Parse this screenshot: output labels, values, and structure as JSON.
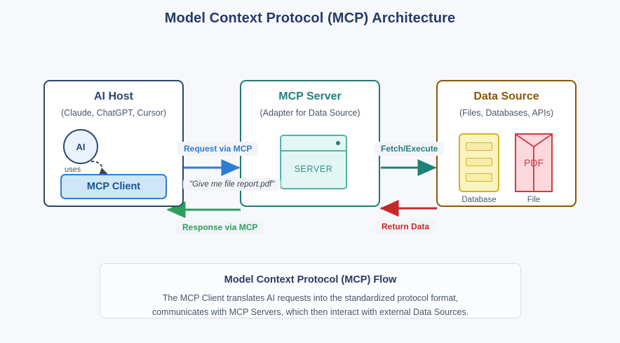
{
  "title": "Model Context Protocol (MCP) Architecture",
  "colors": {
    "background": "#f7f8fb",
    "host_accent": "#2b4570",
    "server_accent": "#23807c",
    "data_accent": "#8a5600",
    "request_blue": "#2d7dd2",
    "response_green": "#2e9e5b",
    "return_red": "#c62828",
    "title_navy": "#263a66"
  },
  "panels": {
    "host": {
      "title": "AI Host",
      "subtitle": "(Claude, ChatGPT, Cursor)",
      "ai_node_label": "AI",
      "uses_label": "uses",
      "client_label": "MCP Client"
    },
    "server": {
      "title": "MCP Server",
      "subtitle": "(Adapter for Data Source)",
      "server_box_label": "SERVER"
    },
    "data": {
      "title": "Data Source",
      "subtitle": "(Files, Databases, APIs)",
      "database_label": "Database",
      "file_label": "File",
      "file_type_label": "PDF"
    }
  },
  "flows": [
    {
      "name": "request",
      "label": "Request via MCP",
      "direction": "right",
      "color": "#2d7dd2"
    },
    {
      "name": "fetch",
      "label": "Fetch/Execute",
      "direction": "right",
      "color": "#23807c"
    },
    {
      "name": "response",
      "label": "Response via MCP",
      "direction": "left",
      "color": "#2e9e5b"
    },
    {
      "name": "return",
      "label": "Return Data",
      "direction": "left",
      "color": "#c62828"
    }
  ],
  "flow_labels": {
    "request": "Request via MCP",
    "fetch": "Fetch/Execute",
    "response": "Response via MCP",
    "return": "Return Data",
    "request_example": "\"Give me file report.pdf\""
  },
  "footer_card": {
    "title": "Model Context Protocol (MCP) Flow",
    "line1": "The MCP Client translates AI requests into the standardized protocol format,",
    "line2": "communicates with MCP Servers, which then interact with external Data Sources."
  }
}
